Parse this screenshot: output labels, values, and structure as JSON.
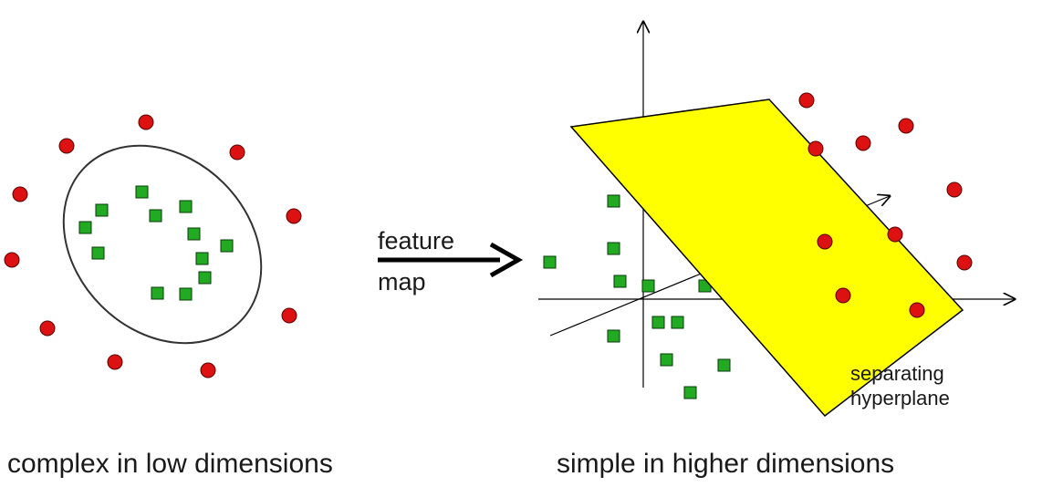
{
  "left_panel": {
    "caption": "complex in low dimensions"
  },
  "arrow": {
    "label_line1": "feature",
    "label_line2": "map"
  },
  "right_panel": {
    "caption": "simple in higher dimensions",
    "plane_label_line1": "separating",
    "plane_label_line2": "hyperplane"
  },
  "colors": {
    "class_a_point": "#dd1111",
    "class_b_point": "#22aa22",
    "hyperplane": "#ffff00",
    "stroke": "#000000"
  }
}
